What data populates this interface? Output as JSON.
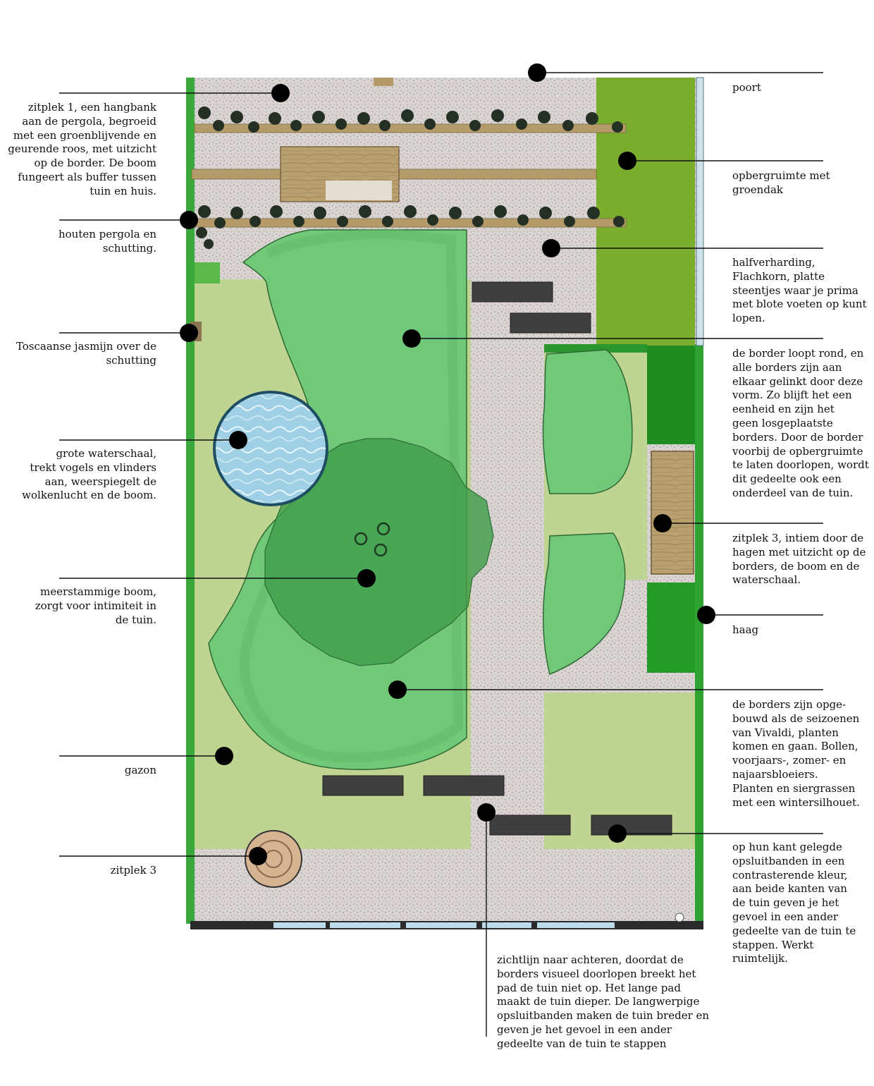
{
  "labels": {
    "zitplek1": "zitplek 1, een hangbank\naan de pergola, begroeid\nmet een groenblijvende en\ngeurende roos, met uitzicht\nop de border. De boom\nfungeert als buffer tussen\ntuin en huis.",
    "pergola": "houten pergola en\nschutting.",
    "jasmijn": "Toscaanse jasmijn over de\nschutting",
    "waterschaal": "grote waterschaal,\ntrekt vogels en vlinders\naan, weerspiegelt de\nwolkenlucht en de boom.",
    "boom": "meerstammige boom,\nzorgt voor intimiteit in\nde tuin.",
    "gazon": "gazon",
    "zitplek3_left": "zitplek 3",
    "poort": "poort",
    "opbergruimte": "opbergruimte met\ngroendak",
    "halfverharding": "halfverharding,\nFlachkorn, platte\nsteentjes waar je prima\nmet blote voeten op kunt\nlopen.",
    "border_rond": "de border loopt rond, en\nalle borders zijn aan\nelkaar gelinkt door deze\nvorm. Zo blijft het een\neenheid en zijn het\ngeen losgeplaatste\nborders. Door de border\nvoorbij de opbergruimte\nte laten doorlopen, wordt\ndit gedeelte ook een\nonderdeel van de tuin.",
    "zitplek3_right": "zitplek 3, intiem door de\nhagen met uitzicht op de\nborders, de boom en de\nwaterschaal.",
    "haag": "haag",
    "borders_seizoenen": "de borders zijn opge-\nbouwd als de seizoenen\nvan Vivaldi, planten\nkomen en gaan. Bollen,\nvoorjaars-, zomer- en\nnajaarsbloeiers.\nPlanten en siergrassen\nmet een wintersilhouet.",
    "opsluitbanden": "op hun kant gelegde\nopsluitbanden in een\ncontrasterende kleur,\naan beide kanten van\nde tuin geven je het\ngevoel in een ander\ngedeelte van de tuin te\nstappen. Werkt\nruimtelijk.",
    "zichtlijn": "zichtlijn naar achteren, doordat de\nborders visueel doorlopen breekt het\npad de tuin niet op. Het lange pad\nmaakt de tuin dieper. De langwerpige\nopsluitbanden maken de tuin breder en\ngeven je het gevoel in een ander\ngedeelte van de tuin te stappen"
  },
  "colors": {
    "gravel": "#d8d3d0",
    "lawn": "#bfd490",
    "border": "#70c878",
    "tree_canopy": "#3f9e4a",
    "storage_roof": "#7aac2e",
    "hedge": "#1f8c22",
    "fence": "#3aa83a",
    "water": "#9fd0e6",
    "water_rim": "#1f4e63",
    "wood": "#b59b6a",
    "stepping_stone": "#3f3f3f",
    "marker": "#000000"
  }
}
